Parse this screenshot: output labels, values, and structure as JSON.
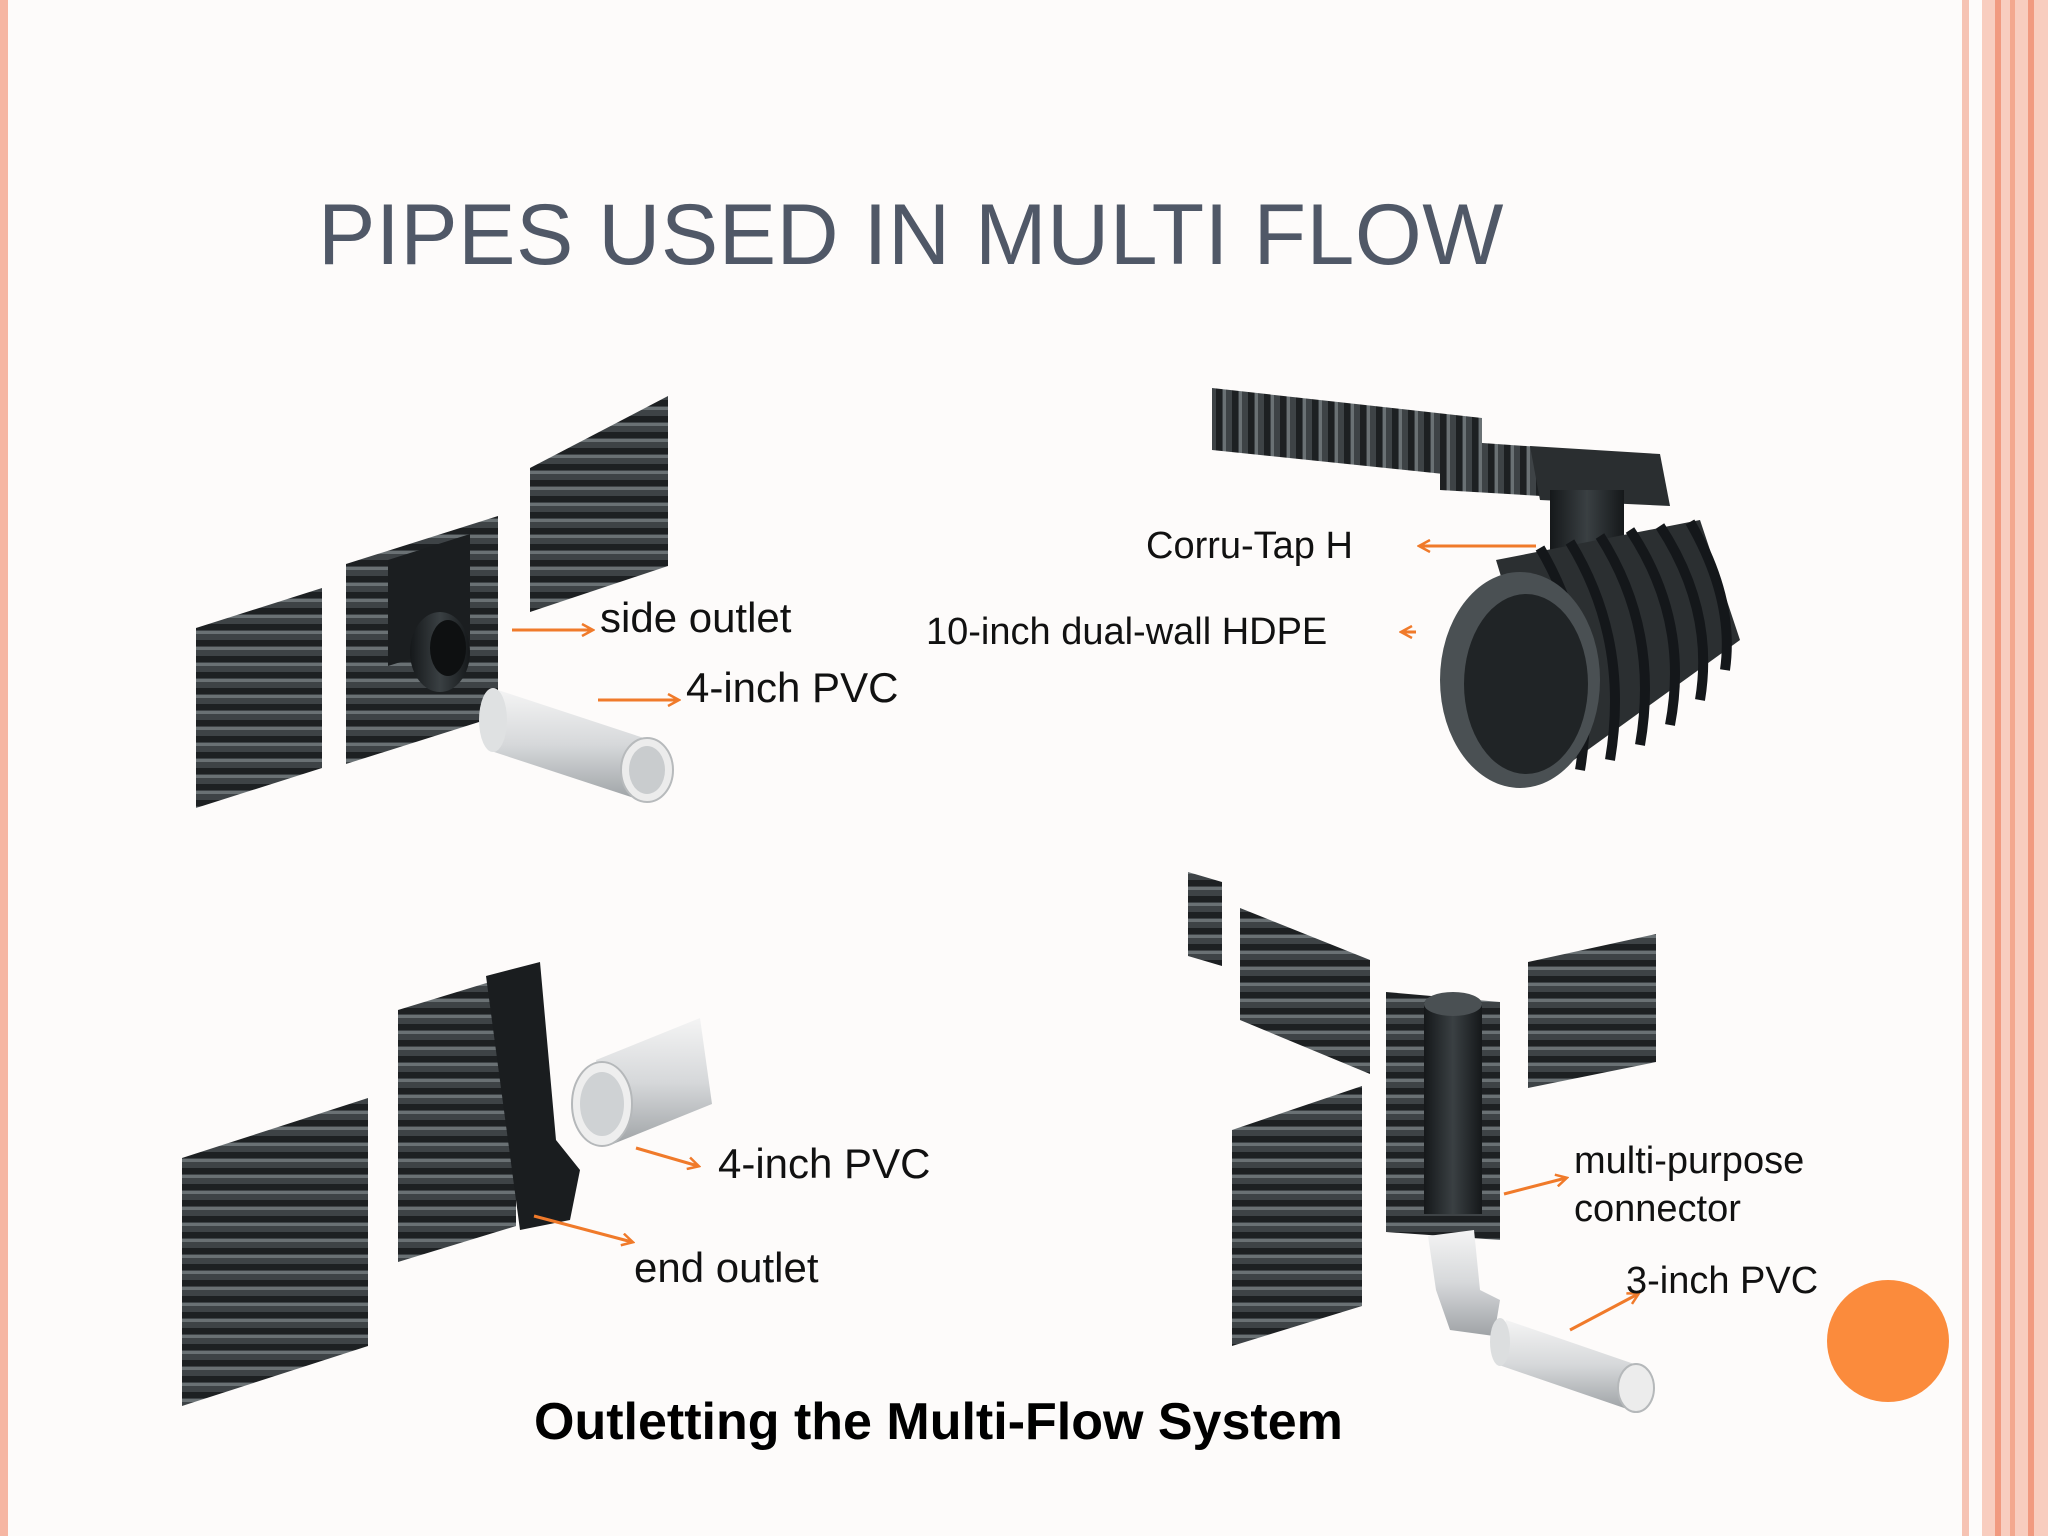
{
  "slide": {
    "title": "PIPES USED IN MULTI FLOW",
    "caption": "Outletting the Multi-Flow System",
    "colors": {
      "title": "#505867",
      "arrow": "#f07a2a",
      "accent_dot": "#fb8b3c",
      "border": "#f6b6a3"
    }
  },
  "labels": {
    "side_outlet": "side outlet",
    "pvc_4_top": "4-inch PVC",
    "corru_tap": "Corru-Tap H",
    "hdpe": "10-inch dual-wall HDPE",
    "pvc_4_bottom": "4-inch PVC",
    "end_outlet": "end outlet",
    "connector_line1": "multi-purpose",
    "connector_line2": "connector",
    "pvc_3": "3-inch PVC"
  }
}
